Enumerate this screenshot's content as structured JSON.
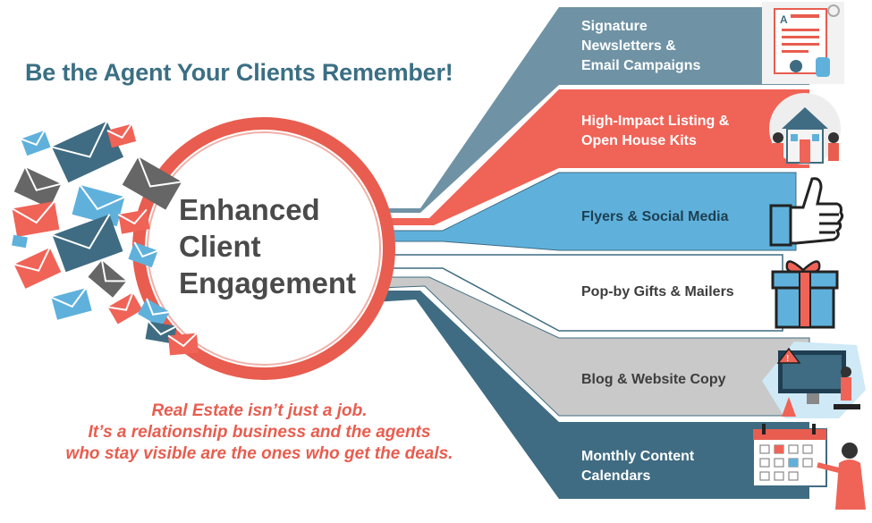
{
  "headline": "Be the Agent Your Clients Remember!",
  "center": {
    "lines": [
      "Enhanced",
      "Client",
      "Engagement"
    ]
  },
  "tagline": {
    "lines": [
      "Real Estate isn’t just a job.",
      "It’s a relationship business and the agents",
      "who stay visible are the ones who get the deals."
    ]
  },
  "services": [
    {
      "lines": [
        "Signature",
        "Newsletters &",
        "Email Campaigns"
      ],
      "color": "#6f93a5",
      "text_color": "#ffffff",
      "icon": "newsletter-document-icon"
    },
    {
      "lines": [
        "High-Impact Listing &",
        "Open House Kits"
      ],
      "color": "#f06357",
      "text_color": "#ffffff",
      "icon": "open-house-icon"
    },
    {
      "lines": [
        "Flyers & Social Media"
      ],
      "color": "#5fb1dc",
      "text_color": "#1d3f52",
      "icon": "thumbs-up-icon"
    },
    {
      "lines": [
        "Pop-by Gifts & Mailers"
      ],
      "color": "#ffffff",
      "text_color": "#3d3d3d",
      "icon": "gift-box-icon"
    },
    {
      "lines": [
        "Blog & Website Copy"
      ],
      "color": "#c9c9c9",
      "text_color": "#3d3d3d",
      "icon": "website-construction-icon"
    },
    {
      "lines": [
        "Monthly Content",
        "Calendars"
      ],
      "color": "#3f6c82",
      "text_color": "#ffffff",
      "icon": "content-calendar-icon"
    }
  ],
  "colors": {
    "accent_red": "#e85d4f",
    "headline_blue": "#3b6f84",
    "envelope_blue": "#5fb1dc",
    "envelope_dark_blue": "#3f6c82",
    "envelope_gray": "#666666",
    "envelope_red": "#f06357"
  }
}
